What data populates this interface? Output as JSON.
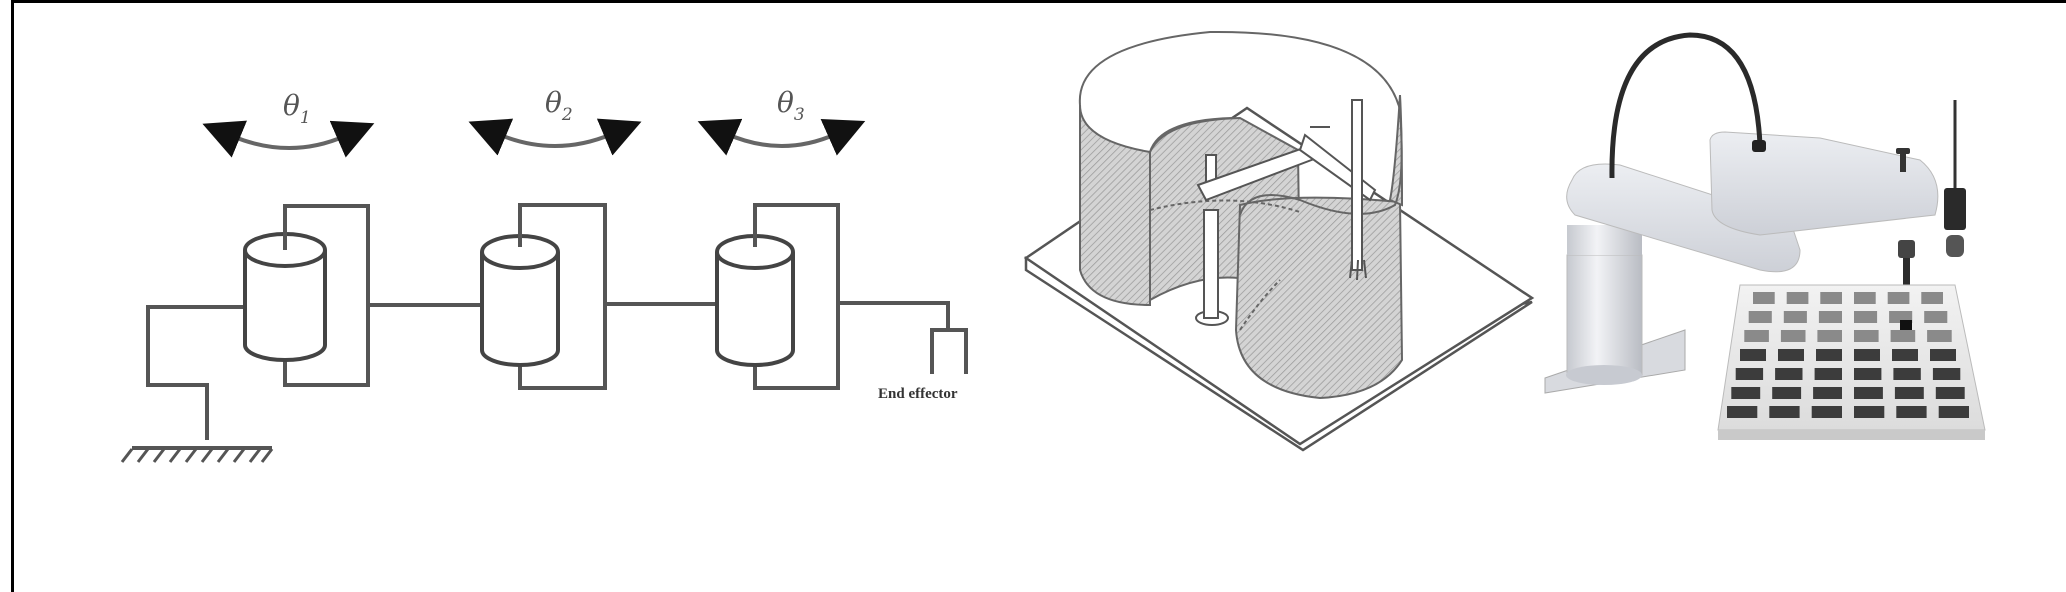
{
  "figure": {
    "panels": [
      {
        "id": "kinematic-schematic",
        "description": "Serial chain of three revolute joints (cylinders) from ground to end effector",
        "joints": [
          {
            "symbol": "θ",
            "subscript": "1"
          },
          {
            "symbol": "θ",
            "subscript": "2"
          },
          {
            "symbol": "θ",
            "subscript": "3"
          }
        ],
        "end_effector_label": "End effector"
      },
      {
        "id": "workspace-illustration",
        "description": "Line drawing of SCARA robot on base plate with hatched cylindrical workspace"
      },
      {
        "id": "scara-render",
        "description": "Rendered SCARA robot arm above a 6x7 tray grid"
      }
    ],
    "colors": {
      "line": "#555555",
      "arrow": "#111111",
      "border": "#000000",
      "hatch": "#b8b8b8",
      "robot_body": "#dfe2e8",
      "tray_cell": "#3c3c3c"
    }
  }
}
